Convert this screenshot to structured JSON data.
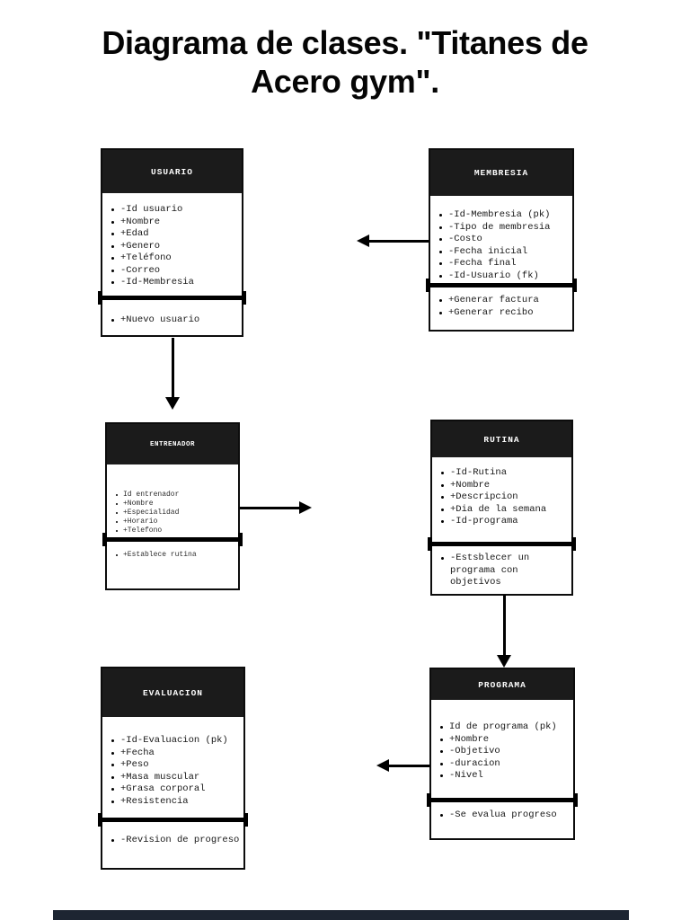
{
  "title": "Diagrama de clases. \"Titanes de Acero gym\".",
  "colors": {
    "header_bg": "#1b1b1b",
    "header_text": "#ffffff",
    "box_border": "#0c0c0c",
    "body_bg": "#ffffff",
    "text": "#181818",
    "bottom_bar": "#1d2532"
  },
  "classes": [
    {
      "name": "USUARIO",
      "attributes": [
        "-Id usuario",
        "+Nombre",
        "+Edad",
        "+Genero",
        "+Teléfono",
        "-Correo",
        "-Id-Membresia"
      ],
      "methods": [
        "+Nuevo usuario"
      ]
    },
    {
      "name": "MEMBRESIA",
      "attributes": [
        "-Id-Membresia (pk)",
        "-Tipo de membresia",
        "-Costo",
        "-Fecha inicial",
        "-Fecha final",
        "-Id-Usuario (fk)"
      ],
      "methods": [
        "+Generar factura",
        "+Generar recibo"
      ]
    },
    {
      "name": "ENTRENADOR",
      "attributes": [
        "Id entrenador",
        "+Nombre",
        "+Especialidad",
        "+Horario",
        "+Telefono"
      ],
      "methods": [
        "+Establece rutina"
      ]
    },
    {
      "name": "RUTINA",
      "attributes": [
        "-Id-Rutina",
        "+Nombre",
        "+Descripcion",
        "+Dia de la semana",
        "-Id-programa"
      ],
      "methods": [
        "-Estsblecer un programa con objetivos"
      ]
    },
    {
      "name": "EVALUACION",
      "attributes": [
        "-Id-Evaluacion (pk)",
        "+Fecha",
        "+Peso",
        "+Masa muscular",
        "+Grasa corporal",
        "+Resistencia"
      ],
      "methods": [
        "-Revision de progreso"
      ]
    },
    {
      "name": "PROGRAMA",
      "attributes": [
        "Id de programa (pk)",
        "+Nombre",
        "-Objetivo",
        "-duracion",
        "-Nivel"
      ],
      "methods": [
        "-Se evalua progreso"
      ]
    }
  ],
  "connectors": [
    {
      "name": "membresia-to-usuario",
      "type": "arrow",
      "direction": "left"
    },
    {
      "name": "usuario-to-entrenador",
      "type": "arrow",
      "direction": "down"
    },
    {
      "name": "entrenador-to-rutina",
      "type": "arrow",
      "direction": "right"
    },
    {
      "name": "rutina-to-programa",
      "type": "arrow",
      "direction": "down"
    },
    {
      "name": "programa-to-evaluacion",
      "type": "arrow",
      "direction": "left"
    }
  ]
}
